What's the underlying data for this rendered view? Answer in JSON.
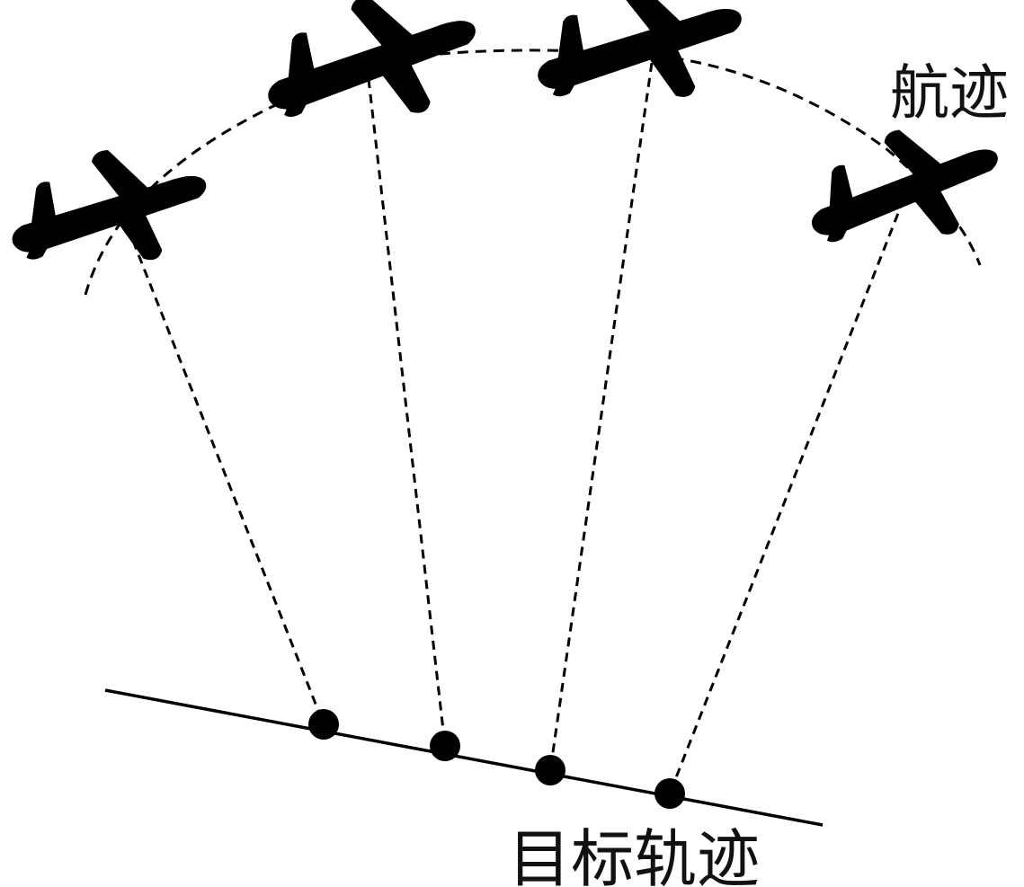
{
  "labels": {
    "flight_path": "航迹",
    "target_track": "目标轨迹"
  },
  "elements": {
    "aircraft_count": 4,
    "target_point_count": 4,
    "sight_line_count": 4
  },
  "colors": {
    "ink": "#000000",
    "background": "#ffffff"
  },
  "icons": {
    "aircraft": "airplane-icon",
    "target_point": "filled-circle"
  }
}
